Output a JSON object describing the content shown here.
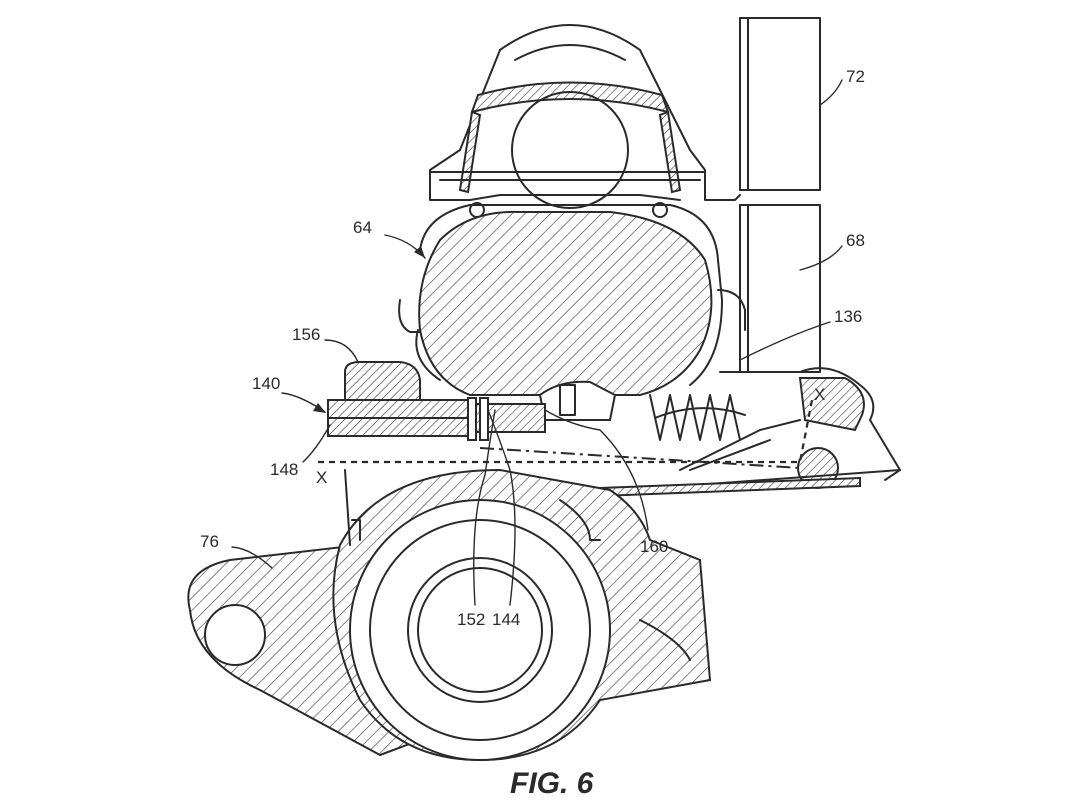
{
  "figure": {
    "title": "FIG. 6"
  },
  "reference_labels": {
    "72": "72",
    "68": "68",
    "64": "64",
    "136": "136",
    "156": "156",
    "140": "140",
    "148": "148",
    "x_left": "X",
    "x_right": "X",
    "76": "76",
    "160": "160",
    "152": "152",
    "144": "144"
  }
}
